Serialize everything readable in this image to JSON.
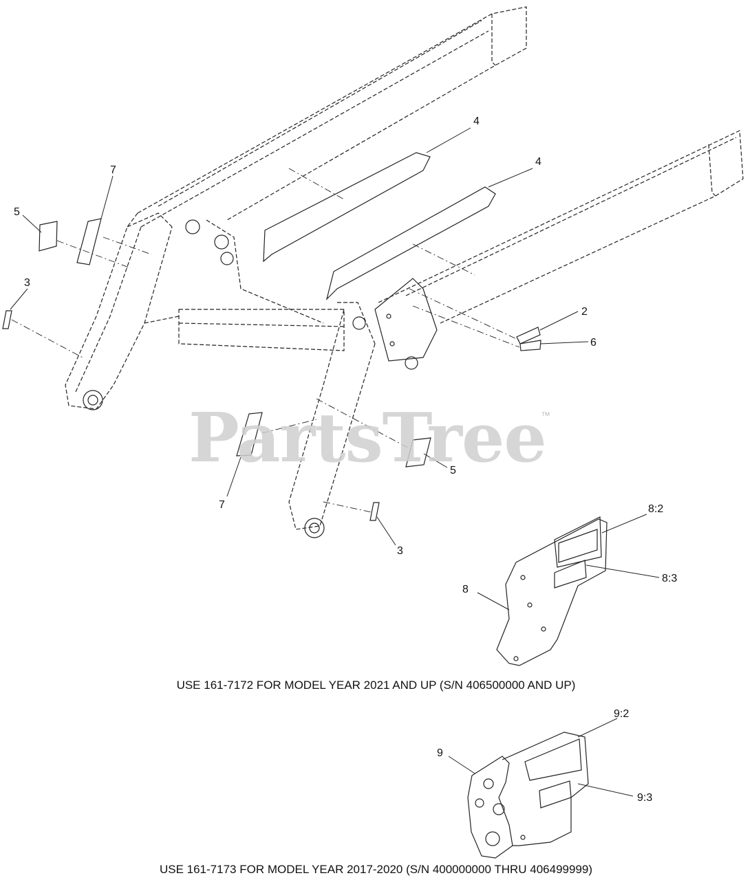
{
  "watermark": {
    "text": "PartsTree",
    "trademark": "™"
  },
  "callouts": {
    "c4a": "4",
    "c4b": "4",
    "c7a": "7",
    "c5a": "5",
    "c3a": "3",
    "c2": "2",
    "c6": "6",
    "c5b": "5",
    "c7b": "7",
    "c3b": "3",
    "c8_2": "8:2",
    "c8_3": "8:3",
    "c8": "8",
    "c9_2": "9:2",
    "c9": "9",
    "c9_3": "9:3"
  },
  "captions": {
    "model_2021": "USE 161-7172 FOR MODEL YEAR 2021 AND UP (S/N 406500000 AND UP)",
    "model_2017": "USE 161-7173 FOR MODEL YEAR 2017-2020 (S/N 400000000 THRU 406499999)"
  }
}
